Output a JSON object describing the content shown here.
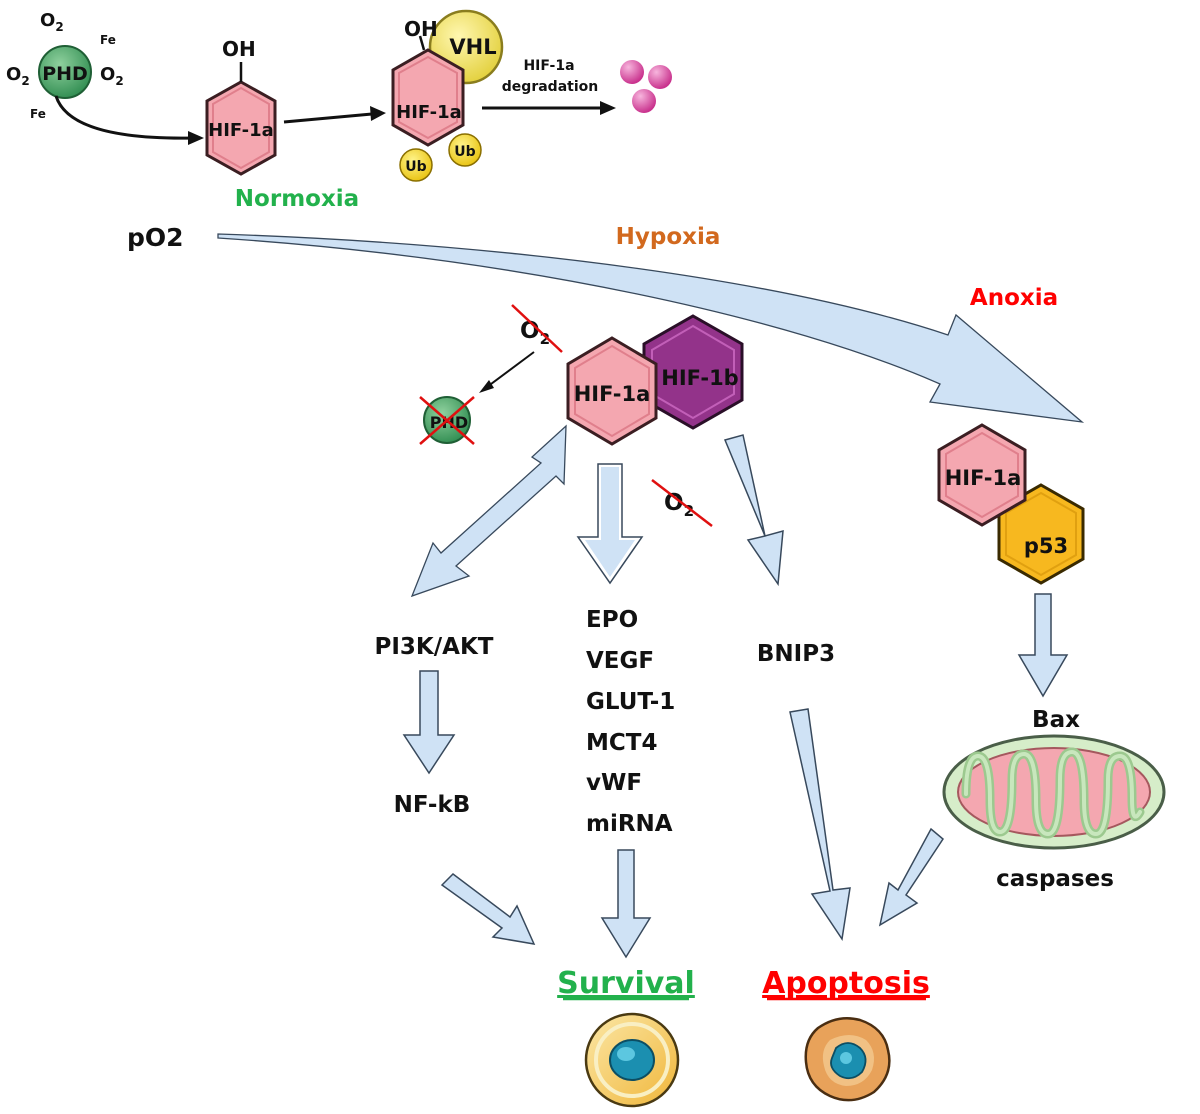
{
  "normoxia": {
    "phd": {
      "label": "PHD",
      "o2_top": "O",
      "o2_left": "O",
      "o2_right": "O",
      "o2_sub": "2",
      "fe_top": "Fe",
      "fe_bottom": "Fe"
    },
    "hif_oh": "OH",
    "hif_label": "HIF-1a",
    "vhl_label": "VHL",
    "ub_label": "Ub",
    "degradation_line1": "HIF-1a",
    "degradation_line2": "degradation",
    "title": "Normoxia"
  },
  "po2_label": "pO2",
  "hypoxia": {
    "title": "Hypoxia",
    "o2_label": "O",
    "o2_sub": "2",
    "phd_label": "PHD",
    "hif1a_label": "HIF-1a",
    "hif1b_label": "HIF-1b",
    "pi3k_label": "PI3K/AKT",
    "nfkb_label": "NF-kB",
    "genes": [
      "EPO",
      "VEGF",
      "GLUT-1",
      "MCT4",
      "vWF",
      "miRNA"
    ],
    "bnip3_label": "BNIP3"
  },
  "anoxia": {
    "title": "Anoxia",
    "hif1a_label": "HIF-1a",
    "p53_label": "p53",
    "bax_label": "Bax",
    "caspases_label": "caspases"
  },
  "outcomes": {
    "survival": "Survival",
    "apoptosis": "Apoptosis"
  },
  "colors": {
    "normoxia": "#22b14c",
    "hypoxia": "#d2691e",
    "anoxia": "#ff0000",
    "hif_pink": "#f4a7b0",
    "hif1b_purple": "#93338a",
    "p53_orange": "#f7b81f",
    "arrow_blue": "#cfe2f5",
    "phd_green": "#3fa35c",
    "vhl_yellow": "#f1e36a",
    "ub_yellow": "#f5d51c",
    "degradation_magenta": "#d94fa0"
  }
}
